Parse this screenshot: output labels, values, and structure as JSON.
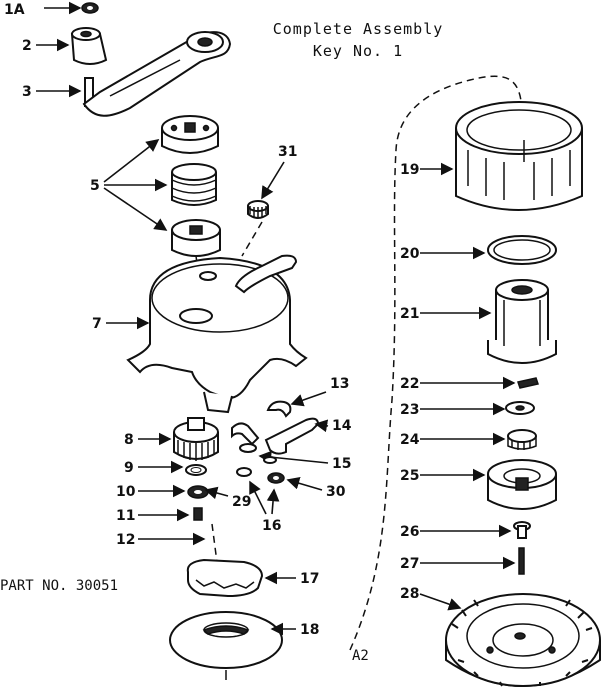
{
  "header": {
    "line1": "Complete Assembly",
    "line2": "Key No. 1"
  },
  "part_no": "PART NO. 30051",
  "sheet_ref": "A2",
  "callouts": {
    "c1a": "1A",
    "c2": "2",
    "c3": "3",
    "c5": "5",
    "c7": "7",
    "c8": "8",
    "c9": "9",
    "c10": "10",
    "c11": "11",
    "c12": "12",
    "c13": "13",
    "c14": "14",
    "c15": "15",
    "c16": "16",
    "c17": "17",
    "c18": "18",
    "c19": "19",
    "c20": "20",
    "c21": "21",
    "c22": "22",
    "c23": "23",
    "c24": "24",
    "c25": "25",
    "c26": "26",
    "c27": "27",
    "c28": "28",
    "c29": "29",
    "c30": "30",
    "c31": "31"
  }
}
